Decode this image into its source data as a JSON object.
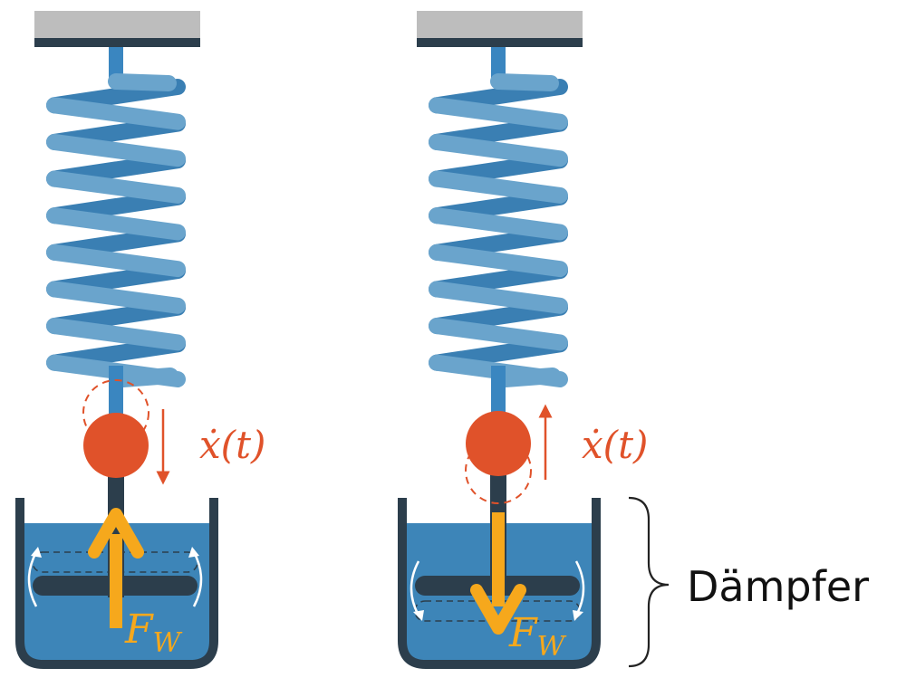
{
  "diagrams": [
    {
      "velocity_label": "ẋ(t)",
      "force_label": "F",
      "force_subscript": "W",
      "velocity_direction": "down"
    },
    {
      "velocity_label": "ẋ(t)",
      "force_label": "F",
      "force_subscript": "W",
      "velocity_direction": "up"
    }
  ],
  "damper_label": "Dämpfer",
  "colors": {
    "ceiling": "#bdbdbd",
    "ceiling_edge": "#2c3e4c",
    "spring_front": "#6aa4cc",
    "spring_back": "#3a7fb3",
    "rod": "#3a86c0",
    "mass": "#e0522a",
    "fluid": "#3d85b8",
    "container": "#2c3e4c",
    "force": "#f6a81c",
    "accent": "#e0522a"
  }
}
